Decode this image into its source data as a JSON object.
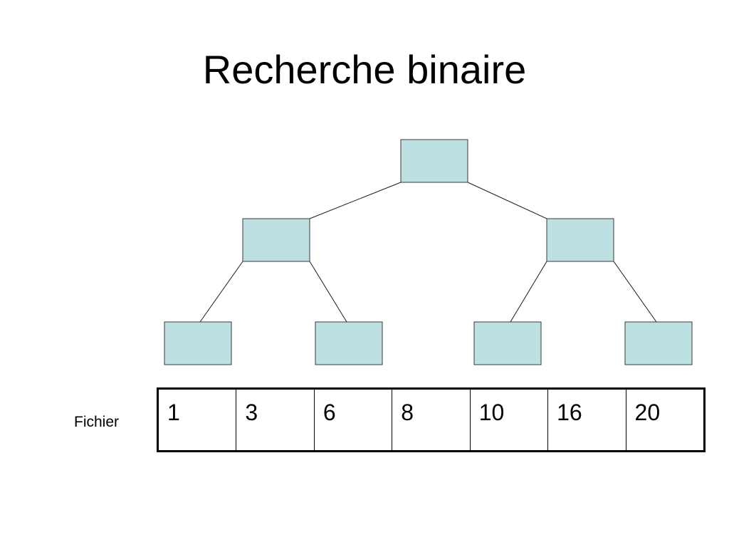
{
  "slide": {
    "title": "Recherche binaire"
  },
  "file": {
    "label": "Fichier",
    "values": [
      "1",
      "3",
      "6",
      "8",
      "10",
      "16",
      "20"
    ]
  },
  "tree": {
    "levels": 3,
    "node_fill": "#bde0e2",
    "node_stroke": "#3a3a3a"
  }
}
